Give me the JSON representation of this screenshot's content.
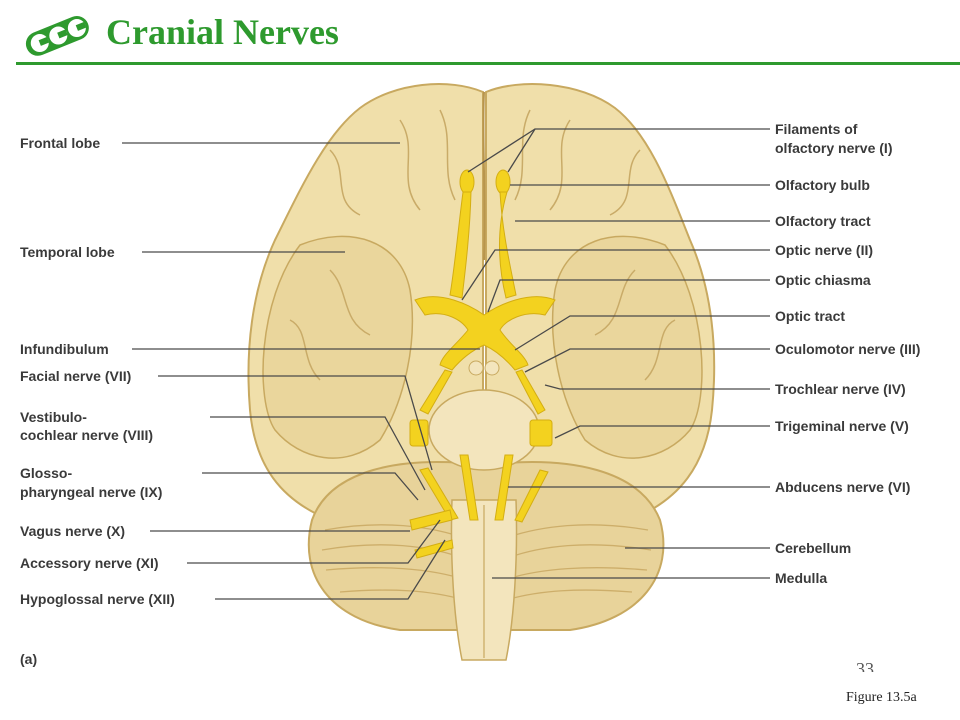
{
  "slide": {
    "title": "Cranial Nerves",
    "slide_number": "33",
    "figure_ref": "Figure 13.5a",
    "panel_label": "(a)"
  },
  "colors": {
    "accent_green": "#2e9a2e",
    "brain": "#f0dfaa",
    "nerve": "#f3d21f",
    "leader_line": "#4a4a4a"
  },
  "labels": {
    "left": [
      {
        "id": "frontal-lobe",
        "lines": [
          "Frontal lobe"
        ]
      },
      {
        "id": "temporal-lobe",
        "lines": [
          "Temporal lobe"
        ]
      },
      {
        "id": "infundibulum",
        "lines": [
          "Infundibulum"
        ]
      },
      {
        "id": "facial-nerve",
        "lines": [
          "Facial nerve (VII)"
        ]
      },
      {
        "id": "vestibulocochlear-nerve",
        "lines": [
          "Vestibulo-",
          "cochlear nerve (VIII)"
        ]
      },
      {
        "id": "glossopharyngeal-nerve",
        "lines": [
          "Glosso-",
          "pharyngeal nerve (IX)"
        ]
      },
      {
        "id": "vagus-nerve",
        "lines": [
          "Vagus nerve (X)"
        ]
      },
      {
        "id": "accessory-nerve",
        "lines": [
          "Accessory nerve (XI)"
        ]
      },
      {
        "id": "hypoglossal-nerve",
        "lines": [
          "Hypoglossal nerve (XII)"
        ]
      }
    ],
    "right": [
      {
        "id": "olfactory-filaments",
        "lines": [
          "Filaments of",
          "olfactory nerve (I)"
        ]
      },
      {
        "id": "olfactory-bulb",
        "lines": [
          "Olfactory bulb"
        ]
      },
      {
        "id": "olfactory-tract",
        "lines": [
          "Olfactory tract"
        ]
      },
      {
        "id": "optic-nerve",
        "lines": [
          "Optic nerve (II)"
        ]
      },
      {
        "id": "optic-chiasma",
        "lines": [
          "Optic chiasma"
        ]
      },
      {
        "id": "optic-tract",
        "lines": [
          "Optic tract"
        ]
      },
      {
        "id": "oculomotor-nerve",
        "lines": [
          "Oculomotor nerve (III)"
        ]
      },
      {
        "id": "trochlear-nerve",
        "lines": [
          "Trochlear nerve (IV)"
        ]
      },
      {
        "id": "trigeminal-nerve",
        "lines": [
          "Trigeminal nerve (V)"
        ]
      },
      {
        "id": "abducens-nerve",
        "lines": [
          "Abducens nerve (VI)"
        ]
      },
      {
        "id": "cerebellum",
        "lines": [
          "Cerebellum"
        ]
      },
      {
        "id": "medulla",
        "lines": [
          "Medulla"
        ]
      }
    ]
  }
}
